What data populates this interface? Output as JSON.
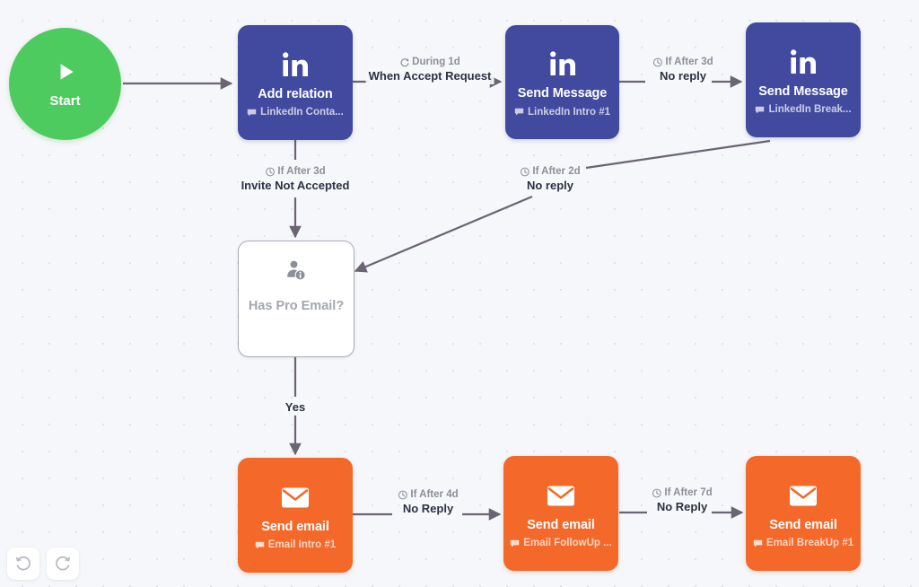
{
  "canvas": {
    "background_color": "#f5f7fa",
    "dot_color": "#dfe3e8"
  },
  "colors": {
    "linkedin_node": "#414a9e",
    "email_node": "#f4682a",
    "start_node": "#4ecb5f",
    "decision_node_border": "#a9aeb6",
    "edge": "#6b6473",
    "condition_text": "#8d8f9a",
    "trigger_text": "#2d3142"
  },
  "nodes": {
    "start": {
      "label": "Start",
      "icon": "play-icon"
    },
    "add_relation": {
      "title": "Add relation",
      "subtitle": "LinkedIn Conta...",
      "icon": "linkedin-icon",
      "sub_icon": "message-icon"
    },
    "send_message_1": {
      "title": "Send Message",
      "subtitle": "LinkedIn Intro #1",
      "icon": "linkedin-icon",
      "sub_icon": "message-icon"
    },
    "send_message_2": {
      "title": "Send Message",
      "subtitle": "LinkedIn Break...",
      "icon": "linkedin-icon",
      "sub_icon": "message-icon"
    },
    "has_pro_email": {
      "title": "Has Pro Email?",
      "icon": "person-info-icon"
    },
    "send_email_1": {
      "title": "Send email",
      "subtitle": "Email Intro #1",
      "icon": "envelope-icon",
      "sub_icon": "message-icon"
    },
    "send_email_2": {
      "title": "Send email",
      "subtitle": "Email FollowUp ...",
      "icon": "envelope-icon",
      "sub_icon": "message-icon"
    },
    "send_email_3": {
      "title": "Send email",
      "subtitle": "Email BreakUp #1",
      "icon": "envelope-icon",
      "sub_icon": "message-icon"
    }
  },
  "edges": {
    "start_to_add_relation": {
      "condition": "",
      "trigger": ""
    },
    "add_relation_to_send_message_1": {
      "condition": "During 1d",
      "condition_icon": "refresh-icon",
      "trigger": "When Accept Request"
    },
    "send_message_1_to_send_message_2": {
      "condition": "If After 3d",
      "condition_icon": "clock-icon",
      "trigger": "No reply"
    },
    "add_relation_to_has_pro_email": {
      "condition": "If After 3d",
      "condition_icon": "clock-icon",
      "trigger": "Invite Not Accepted"
    },
    "send_message_2_to_has_pro_email": {
      "condition": "If After 2d",
      "condition_icon": "clock-icon",
      "trigger": "No reply"
    },
    "has_pro_email_to_send_email_1": {
      "condition": "",
      "trigger": "Yes"
    },
    "send_email_1_to_send_email_2": {
      "condition": "If After 4d",
      "condition_icon": "clock-icon",
      "trigger": "No Reply"
    },
    "send_email_2_to_send_email_3": {
      "condition": "If After 7d",
      "condition_icon": "clock-icon",
      "trigger": "No Reply"
    }
  },
  "toolbar": {
    "undo_label": "undo-icon",
    "redo_label": "redo-icon"
  }
}
